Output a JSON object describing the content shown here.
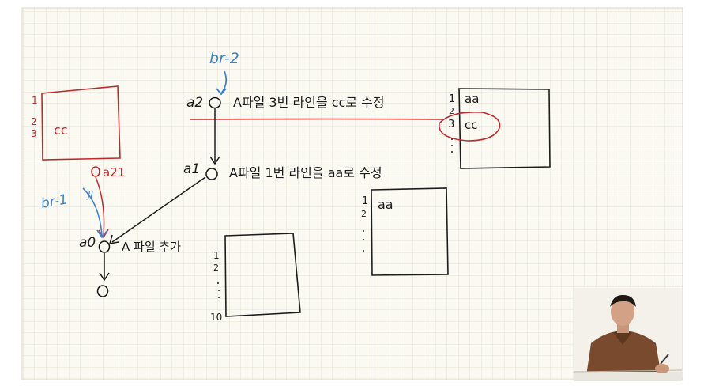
{
  "nodes": {
    "a2": {
      "label": "a2",
      "note": "A파일 3번 라인을 cc로 수정"
    },
    "a1": {
      "label": "a1",
      "note": "A파일 1번 라인을 aa로 수정"
    },
    "a0": {
      "label": "a0",
      "note": "A 파일 추가"
    },
    "a21": {
      "label": "a21"
    }
  },
  "branches": {
    "br2": "br-2",
    "br1": "br-1"
  },
  "boxes": {
    "right_box": {
      "lines": [
        "1",
        "aa",
        "2",
        "3",
        "cc"
      ]
    },
    "mid_box": {
      "lines": [
        "1",
        "aa",
        "2"
      ]
    },
    "small_red_box": {
      "lines": [
        "1",
        "2",
        "3",
        "cc"
      ]
    },
    "bottom_box": {
      "lines": [
        "1",
        "2",
        "10"
      ]
    }
  },
  "colors": {
    "black_ink": "#1c1c1c",
    "red_ink": "#c0282d",
    "blue_ink": "#3d82c8",
    "paper": "#fbfaf2",
    "grid": "#e6e3d4",
    "frame": "#d8d6cc"
  }
}
